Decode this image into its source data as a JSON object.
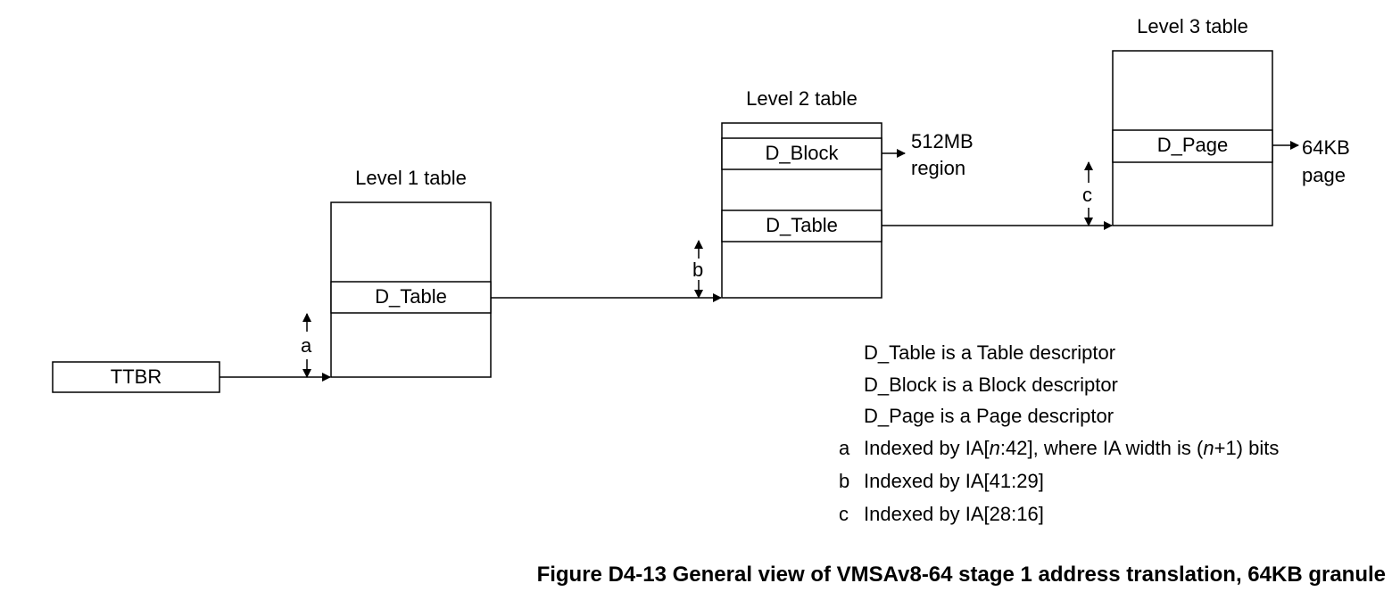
{
  "ttbr": {
    "label": "TTBR"
  },
  "level1": {
    "title": "Level 1 table",
    "entry": "D_Table"
  },
  "level2": {
    "title": "Level 2 table",
    "block_entry": "D_Block",
    "table_entry": "D_Table",
    "block_target_line1": "512MB",
    "block_target_line2": "region"
  },
  "level3": {
    "title": "Level 3 table",
    "page_entry": "D_Page",
    "page_target_line1": "64KB",
    "page_target_line2": "page"
  },
  "offsets": {
    "a": "a",
    "b": "b",
    "c": "c"
  },
  "legend": [
    {
      "key": "",
      "text": "D_Table is a Table descriptor"
    },
    {
      "key": "",
      "text": "D_Block is a Block descriptor"
    },
    {
      "key": "",
      "text": "D_Page is a Page descriptor"
    },
    {
      "key": "a",
      "text_pre": "Indexed by IA[",
      "text_italic": "n",
      "text_mid": ":42], where IA width is (",
      "text_italic2": "n",
      "text_post": "+1) bits"
    },
    {
      "key": "b",
      "text": "Indexed by IA[41:29]"
    },
    {
      "key": "c",
      "text": "Indexed by IA[28:16]"
    }
  ],
  "caption": "Figure D4-13 General view of VMSAv8-64 stage 1 address translation, 64KB granule"
}
